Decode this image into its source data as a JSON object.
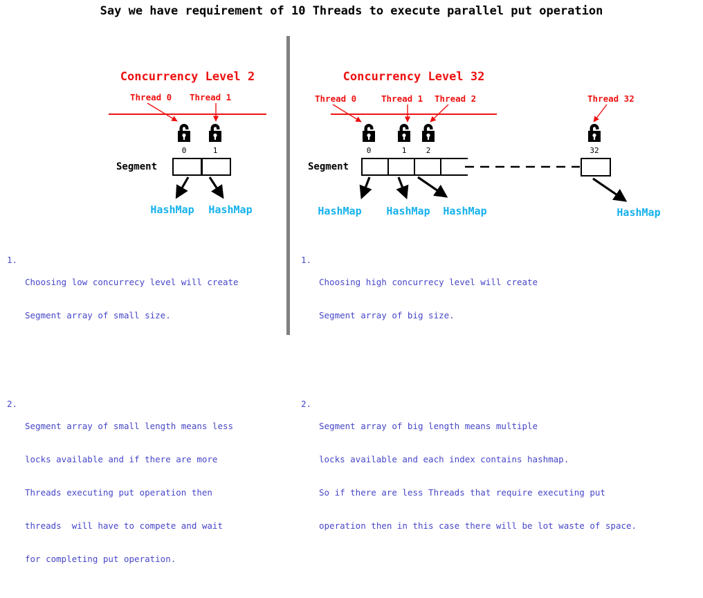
{
  "title": "Say we have requirement of 10 Threads to execute parallel put operation",
  "colors": {
    "heading_red": "#ee1111",
    "hashmap_blue": "#14b1ec",
    "notes_blue": "#4646c8",
    "divider_gray": "#808080",
    "lock_black": "#000000"
  },
  "left_panel": {
    "heading": "Concurrency Level 2",
    "threads": [
      {
        "label": "Thread 0"
      },
      {
        "label": "Thread 1"
      }
    ],
    "locks": [
      {
        "index": "0",
        "icon": "open-padlock-icon"
      },
      {
        "index": "1",
        "icon": "open-padlock-icon"
      }
    ],
    "segment_label": "Segment",
    "segment_cells": [
      "",
      ""
    ],
    "hashmaps": [
      "HashMap",
      "HashMap"
    ],
    "notes": [
      {
        "number": "1.",
        "lines": [
          "Choosing low concurrecy level will create",
          "Segment array of small size."
        ]
      },
      {
        "number": "2.",
        "lines": [
          "Segment array of small length means less",
          "locks available and if there are more",
          "Threads executing put operation then",
          "threads  will have to compete and wait",
          "for completing put operation."
        ]
      }
    ]
  },
  "right_panel": {
    "heading": "Concurrency Level 32",
    "threads": [
      {
        "label": "Thread 0"
      },
      {
        "label": "Thread 1"
      },
      {
        "label": "Thread 2"
      },
      {
        "label": "Thread 32"
      }
    ],
    "locks": [
      {
        "index": "0",
        "icon": "open-padlock-icon"
      },
      {
        "index": "1",
        "icon": "open-padlock-icon"
      },
      {
        "index": "2",
        "icon": "open-padlock-icon"
      },
      {
        "index": "32",
        "icon": "open-padlock-icon"
      }
    ],
    "segment_label": "Segment",
    "segment_cells": [
      "",
      "",
      "",
      ""
    ],
    "ellipsis_style": "dashed-line",
    "far_cell": "",
    "hashmaps": [
      "HashMap",
      "HashMap",
      "HashMap",
      "HashMap"
    ],
    "notes": [
      {
        "number": "1.",
        "lines": [
          "Choosing high concurrecy level will create",
          "Segment array of big size."
        ]
      },
      {
        "number": "2.",
        "lines": [
          "Segment array of big length means multiple",
          "locks available and each index contains hashmap.",
          "So if there are less Threads that require executing put",
          "operation then in this case there will be lot waste of space."
        ]
      }
    ]
  }
}
